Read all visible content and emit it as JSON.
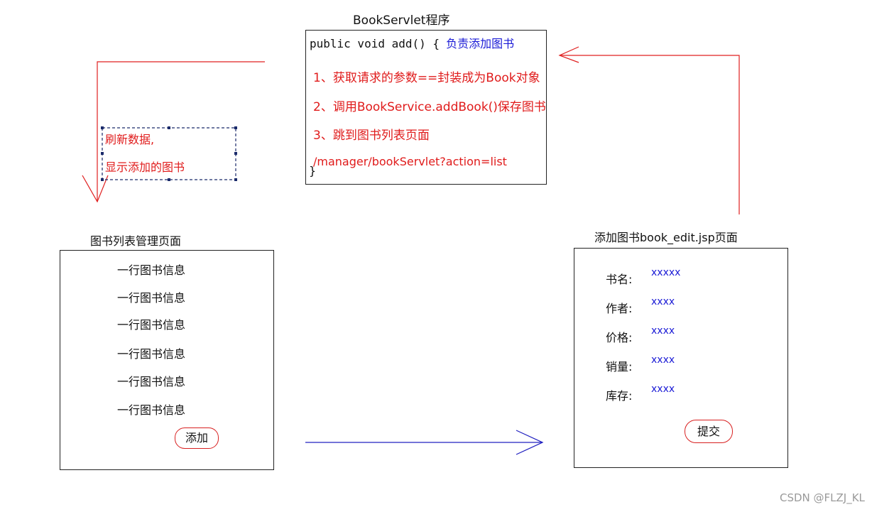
{
  "servlet": {
    "title": "BookServlet程序",
    "signature": "public void add() {",
    "comment": "负责添加图书",
    "steps": [
      "1、获取请求的参数==封装成为Book对象",
      "2、调用BookService.addBook()保存图书",
      "3、跳到图书列表页面"
    ],
    "url": "/manager/bookServlet?action=list",
    "close_brace": "}"
  },
  "note": {
    "line1": "刷新数据,",
    "line2": "显示添加的图书"
  },
  "list_page": {
    "title": "图书列表管理页面",
    "rows": [
      "一行图书信息",
      "一行图书信息",
      "一行图书信息",
      "一行图书信息",
      "一行图书信息",
      "一行图书信息"
    ],
    "add_button": "添加"
  },
  "edit_page": {
    "title": "添加图书book_edit.jsp页面",
    "fields": [
      {
        "label": "书名:",
        "value": "xxxxx"
      },
      {
        "label": "作者:",
        "value": "xxxx"
      },
      {
        "label": "价格:",
        "value": "xxxx"
      },
      {
        "label": "销量:",
        "value": "xxxx"
      },
      {
        "label": "库存:",
        "value": "xxxx"
      }
    ],
    "submit_button": "提交"
  },
  "watermark": "CSDN @FLZJ_KL",
  "colors": {
    "red_arrow": "#e02020",
    "blue_arrow": "#2020c0",
    "step_text": "#e01b1b",
    "value_text": "#1b1bd6"
  }
}
